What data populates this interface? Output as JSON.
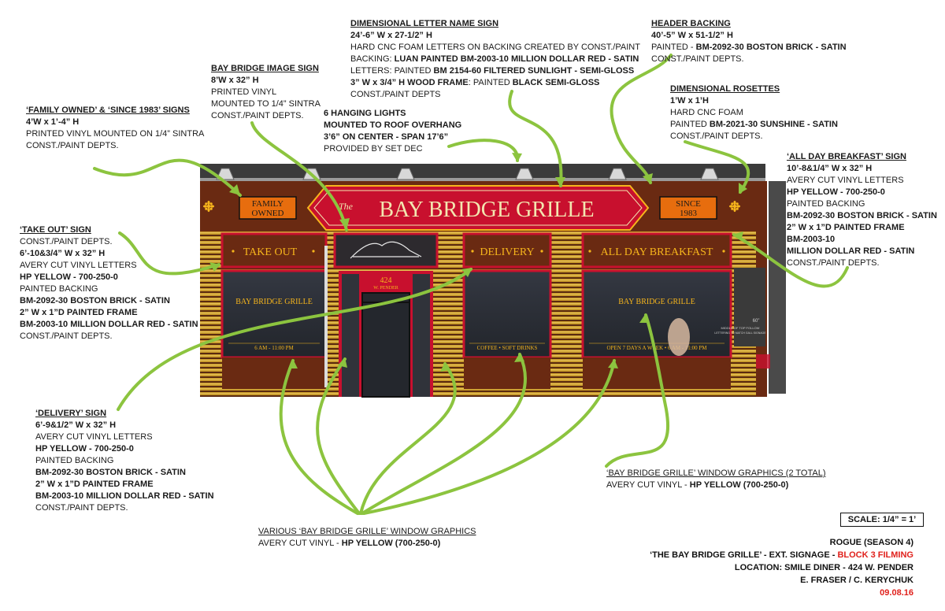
{
  "annotations": {
    "family_owned": {
      "title": "‘FAMILY OWNED’ & ‘SINCE 1983’ SIGNS",
      "lines": [
        "4’W x 1’-4” H",
        "PRINTED VINYL MOUNTED ON 1/4” SINTRA",
        "CONST./PAINT DEPTS."
      ]
    },
    "bay_bridge_image": {
      "title": "BAY BRIDGE IMAGE SIGN",
      "lines": [
        "8’W x 32” H",
        "PRINTED VINYL",
        "MOUNTED TO 1/4” SINTRA",
        "CONST./PAINT DEPTS."
      ]
    },
    "hanging_lights": {
      "title": "6 HANGING LIGHTS",
      "lines": [
        "MOUNTED TO ROOF OVERHANG",
        "3’6” ON CENTER - SPAN 17’6”",
        "PROVIDED BY SET DEC"
      ]
    },
    "dimensional_name": {
      "title": "DIMENSIONAL LETTER NAME SIGN",
      "line1": "24’-6” W x 27-1/2” H",
      "line2": "HARD CNC FOAM LETTERS ON BACKING CREATED BY CONST./PAINT",
      "line3_a": "BACKING: ",
      "line3_b": "LUAN PAINTED BM-2003-10 MILLION DOLLAR RED - SATIN",
      "line4_a": "LETTERS: PAINTED ",
      "line4_b": "BM 2154-60 FILTERED SUNLIGHT - SEMI-GLOSS",
      "line5_a": "3” W x 3/4” H WOOD FRAME",
      "line5_b": ": PAINTED ",
      "line5_c": "BLACK SEMI-GLOSS",
      "line6": "CONST./PAINT DEPTS"
    },
    "header_backing": {
      "title": "HEADER BACKING",
      "line1": "40’-5” W x 51-1/2” H",
      "line2_a": "PAINTED - ",
      "line2_b": "BM-2092-30 BOSTON BRICK - SATIN",
      "line3": "CONST./PAINT DEPTS."
    },
    "rosettes": {
      "title": "DIMENSIONAL ROSETTES",
      "line1": "1’W x 1’H",
      "line2": "HARD CNC FOAM",
      "line3_a": "PAINTED ",
      "line3_b": "BM-2021-30 SUNSHINE - SATIN",
      "line4": "CONST./PAINT DEPTS."
    },
    "all_day": {
      "title": "‘ALL DAY BREAKFAST’ SIGN",
      "lines": [
        "10’-8&1/4” W x 32” H",
        "AVERY CUT VINYL LETTERS"
      ],
      "bold": [
        "HP YELLOW - 700-250-0"
      ],
      "line_pb": "PAINTED BACKING",
      "bold2": [
        "BM-2092-30 BOSTON BRICK - SATIN",
        "2” W x 1”D PAINTED FRAME",
        "BM-2003-10",
        "MILLION DOLLAR RED - SATIN"
      ],
      "end": "CONST./PAINT DEPTS."
    },
    "take_out": {
      "title": "‘TAKE OUT’ SIGN",
      "line1": "CONST./PAINT DEPTS.",
      "line2": "6’-10&3/4” W x 32” H",
      "line3": "AVERY CUT VINYL LETTERS",
      "line4": "HP YELLOW - 700-250-0",
      "line5": "PAINTED BACKING",
      "line6": "BM-2092-30 BOSTON BRICK - SATIN",
      "line7": "2” W x 1”D PAINTED FRAME",
      "line8": "BM-2003-10 MILLION DOLLAR RED - SATIN",
      "line9": "CONST./PAINT DEPTS."
    },
    "delivery": {
      "title": "‘DELIVERY’ SIGN",
      "line1": "6’-9&1/2” W x 32” H",
      "line2": "AVERY CUT VINYL LETTERS",
      "line3": "HP YELLOW - 700-250-0",
      "line4": "PAINTED BACKING",
      "line5": "BM-2092-30 BOSTON BRICK - SATIN",
      "line6": "2” W x 1”D PAINTED FRAME",
      "line7": "BM-2003-10 MILLION DOLLAR RED - SATIN",
      "line8": "CONST./PAINT DEPTS."
    },
    "various": {
      "title": "VARIOUS ‘BAY BRIDGE GRILLE’ WINDOW GRAPHICS",
      "line_a": "AVERY CUT VINYL  - ",
      "line_b": "HP YELLOW (700-250-0)"
    },
    "window_graphics": {
      "title": "‘BAY BRIDGE GRILLE’ WINDOW GRAPHICS (2 TOTAL)",
      "line_a": "AVERY CUT VINYL  - ",
      "line_b": "HP YELLOW (700-250-0)"
    }
  },
  "storefront": {
    "the": "The",
    "name": "BAY BRIDGE GRILLE",
    "family_1": "FAMILY",
    "family_2": "OWNED",
    "since_1": "SINCE",
    "since_2": "1983",
    "take_out": "TAKE OUT",
    "delivery": "DELIVERY",
    "all_day": "ALL DAY BREAKFAST",
    "window_name_left": "BAY BRIDGE GRILLE",
    "window_name_right": "BAY BRIDGE GRILLE",
    "hours_left": "6 AM - 11:00 PM",
    "hours_mid": "COFFEE • SOFT DRINKS",
    "hours_right": "OPEN 7 DAYS A WEEK • 6 AM - 11:00 PM",
    "address_1": "424",
    "address_2": "W. PENDER",
    "window_note_1": "60”",
    "window_note_2": "MIDDLE OF TOP FOLLOW",
    "window_note_3": "LETTERING TO MATCH GALL SIGNAGE",
    "colors": {
      "brick": "#6a2a12",
      "red": "#c8102e",
      "yellow": "#f6b51c",
      "orange": "#e76d0e",
      "glass": "#2b2d33",
      "arrow": "#8cc43f"
    }
  },
  "title_block": {
    "scale": "SCALE: 1/4” = 1’",
    "show": "ROGUE (SEASON   4)",
    "sign_a": "‘THE BAY BRIDGE GRILLE’ - EXT. SIGNAGE - ",
    "sign_b": "BLOCK 3 FILMING",
    "location": "LOCATION: SMILE DINER - 424 W. PENDER",
    "designers": "E. FRASER / C. KERYCHUK",
    "date": "09.08.16"
  }
}
